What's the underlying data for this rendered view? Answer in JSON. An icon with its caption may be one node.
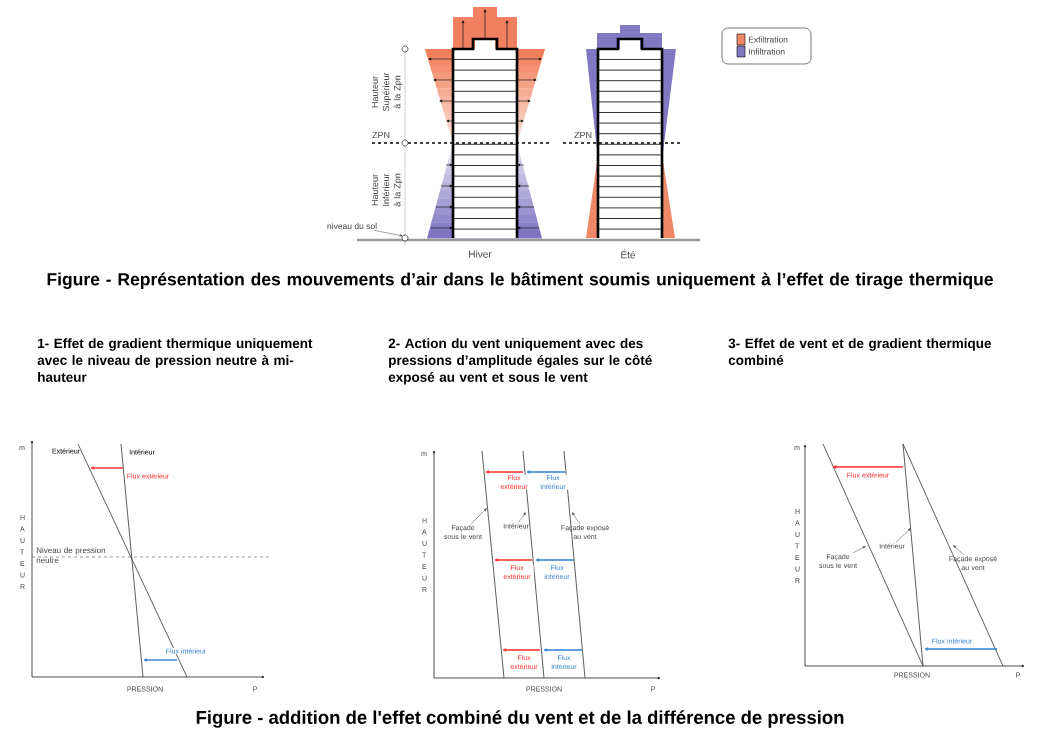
{
  "diagram": {
    "title": "Figure - Représentation des mouvements d’air dans le bâtiment soumis uniquement à l’effet de tirage thermique",
    "caption": "Figure - addition de l'effet combiné du vent et de la différence de pression",
    "nodes": [
      {
        "text": [
          "niveau du sol"
        ]
      },
      {
        "text": [
          "Façade sous le vent"
        ]
      },
      {
        "text": [
          "Intérieur"
        ]
      },
      {
        "text": [
          "Façade exposé au vent"
        ]
      },
      {
        "text": [
          "Façade sous le vent"
        ]
      },
      {
        "text": [
          "Intérieur"
        ]
      },
      {
        "text": [
          "Façade exposé au vent"
        ]
      }
    ],
    "edges": [
      {
        "from": 0,
        "to": null,
        "arrow": "to"
      },
      {
        "from": 1,
        "to": null,
        "arrow": "to"
      },
      {
        "from": 2,
        "to": null,
        "arrow": "to"
      },
      {
        "from": 3,
        "to": null,
        "arrow": "to"
      },
      {
        "from": 4,
        "to": null,
        "arrow": "to"
      },
      {
        "from": 5,
        "to": null,
        "arrow": "to"
      },
      {
        "from": 6,
        "to": null,
        "arrow": "to"
      }
    ],
    "labels": [
      "Hauteur Supérieur à la Zpn",
      "ZPN",
      "ZPN",
      "Hauteur Inférieur à la Zpn",
      "Hiver",
      "Été",
      "1- Effet de gradient thermique uniquement avec le niveau de pression neutre à mi-hauteur",
      "2- Action du vent uniquement avec des pressions d’amplitude égales sur le côté exposé au vent et sous le vent",
      "3- Effet de vent et de gradient thermique combiné",
      "m",
      "Extérieur",
      "Intérieur",
      "Flux extérieur",
      "H A U T E U R",
      "Niveau de pression neutre",
      "Flux intérieur",
      "PRESSION",
      "P",
      "m",
      "Flux extérieur",
      "Flux intérieur",
      "H A U T E U R",
      "Flux extérieur",
      "Flux intérieur",
      "Flux extérieur",
      "Flux intérieur",
      "PRESSION",
      "P",
      "m",
      "Flux extérieur",
      "H A U T E U R",
      "Flux intérieur",
      "PRESSION",
      "P"
    ],
    "legend": [
      {
        "text": "Exfiltration",
        "color": "#ee8866"
      },
      {
        "text": "Infiltration",
        "color": "#8078c0"
      }
    ]
  }
}
